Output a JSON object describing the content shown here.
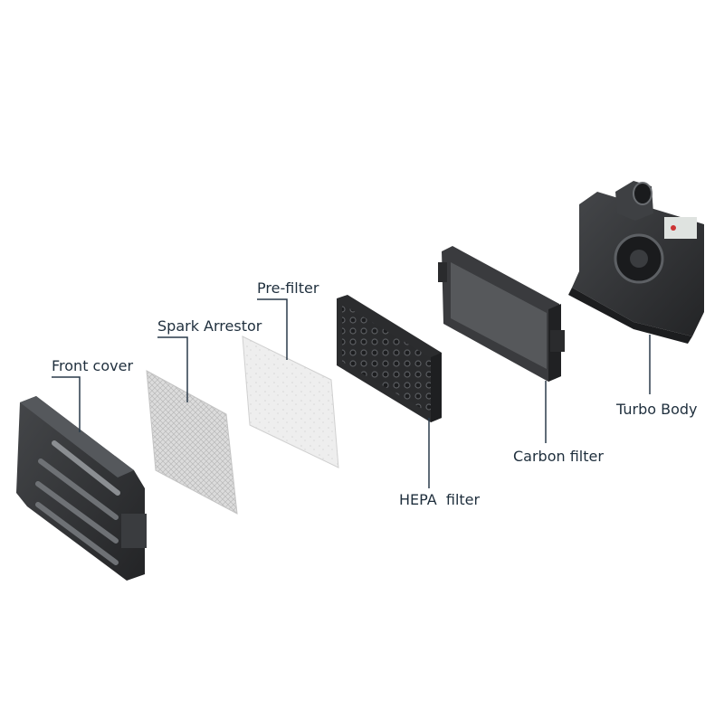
{
  "labels": {
    "front_cover": "Front cover",
    "spark_arrestor": "Spark Arrestor",
    "pre_filter": "Pre-filter",
    "hepa_filter": "HEPA  filter",
    "carbon_filter": "Carbon filter",
    "turbo_body": "Turbo Body"
  },
  "colors": {
    "leader_line": "#2a3a4a",
    "dark_part": "#2f3134",
    "mesh": "#d8d8d8",
    "felt": "#e8e8e8"
  }
}
